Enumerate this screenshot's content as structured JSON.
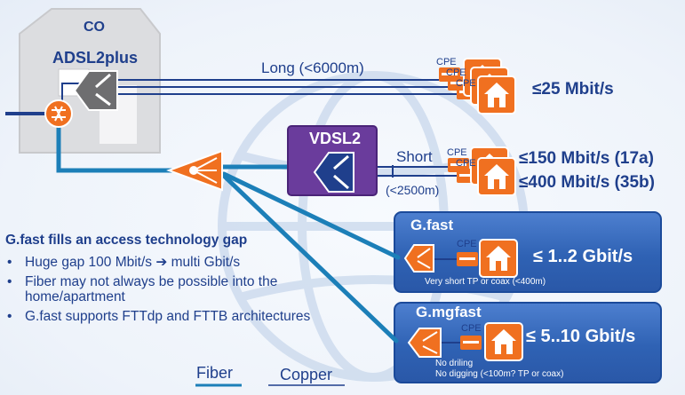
{
  "co": {
    "title": "CO",
    "tech": "ADSL2plus"
  },
  "adsl": {
    "link_label": "Long (<6000m)",
    "speed": "≤25 Mbit/s",
    "cpe_labels": [
      "CPE",
      "CPE",
      "CPE"
    ]
  },
  "vdsl": {
    "title": "VDSL2",
    "link_label": "Short",
    "distance": "(<2500m)",
    "speeds": [
      "≤150 Mbit/s (17a)",
      "≤400 Mbit/s (35b)"
    ],
    "cpe_labels": [
      "CPE",
      "CPE"
    ]
  },
  "gfast": {
    "title": "G.fast",
    "cpe_label": "CPE",
    "speed": "≤ 1..2 Gbit/s",
    "note": "Very short TP or coax (<400m)"
  },
  "gmgfast": {
    "title": "G.mgfast",
    "cpe_label": "CPE",
    "speed": "≤ 5..10 Gbit/s",
    "notes": [
      "No driling",
      "No digging (<100m? TP or coax)"
    ]
  },
  "summary": {
    "heading": "G.fast fills an access technology gap",
    "points": [
      "Huge gap 100 Mbit/s ➔ multi Gbit/s",
      "Fiber may not always be possible into the home/apartment",
      "G.fast supports FTTdp and FTTB architectures"
    ]
  },
  "legend": {
    "fiber": "Fiber",
    "copper": "Copper"
  },
  "colors": {
    "fiber": "#1c7fb8",
    "copper": "#1f3f8c",
    "orange": "#f07020",
    "navy": "#1f3f8c",
    "box": "#2f62b4",
    "vdsl_box": "#6a3c9c"
  },
  "icons": [
    "building-icon",
    "splitter-icon",
    "dslam-icon",
    "vdsl2-node-icon",
    "dpu-icon",
    "modem-icon",
    "house-icon",
    "globe-watermark-icon"
  ]
}
